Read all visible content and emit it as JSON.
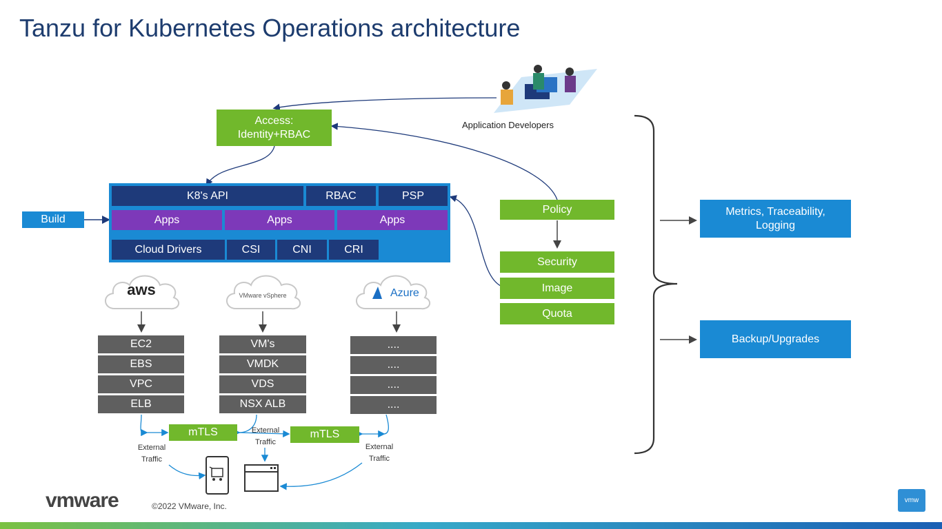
{
  "title": "Tanzu for Kubernetes Operations architecture",
  "developers_label": "Application Developers",
  "access_box": {
    "line1": "Access:",
    "line2": "Identity+RBAC"
  },
  "build_label": "Build",
  "stack": {
    "row1": [
      "K8's API",
      "RBAC",
      "PSP"
    ],
    "row2": [
      "Apps",
      "Apps",
      "Apps"
    ],
    "row3": [
      "Cloud Drivers",
      "CSI",
      "CNI",
      "CRI"
    ]
  },
  "clouds": {
    "aws": "aws",
    "vsphere": "VMware vSphere",
    "azure": "Azure"
  },
  "resources": {
    "aws": [
      "EC2",
      "EBS",
      "VPC",
      "ELB"
    ],
    "vsphere": [
      "VM's",
      "VMDK",
      "VDS",
      "NSX ALB"
    ],
    "azure": [
      "....",
      "....",
      "....",
      "...."
    ]
  },
  "mtls": [
    "mTLS",
    "mTLS"
  ],
  "external_traffic": {
    "line1": "External",
    "line2": "Traffic"
  },
  "policy_group": {
    "policy": "Policy",
    "items": [
      "Security",
      "Image",
      "Quota"
    ]
  },
  "right_boxes": {
    "metrics": {
      "line1": "Metrics, Traceability,",
      "line2": "Logging"
    },
    "backup": "Backup/Upgrades"
  },
  "footer": {
    "brand": "vmware",
    "copyright": "©2022 VMware, Inc.",
    "badge": "vmw"
  }
}
